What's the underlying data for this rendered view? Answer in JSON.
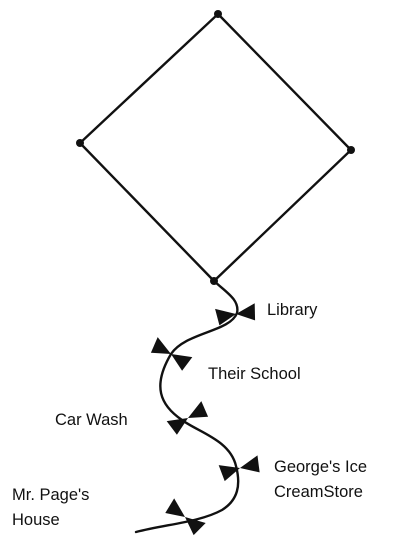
{
  "labels": {
    "library": "Library",
    "their_school": "Their School",
    "car_wash": "Car Wash",
    "georges_line1": "George's Ice",
    "georges_line2": "CreamStore",
    "page_line1": "Mr. Page's",
    "page_line2": "House"
  },
  "colors": {
    "ink": "#111111",
    "background": "#ffffff"
  }
}
